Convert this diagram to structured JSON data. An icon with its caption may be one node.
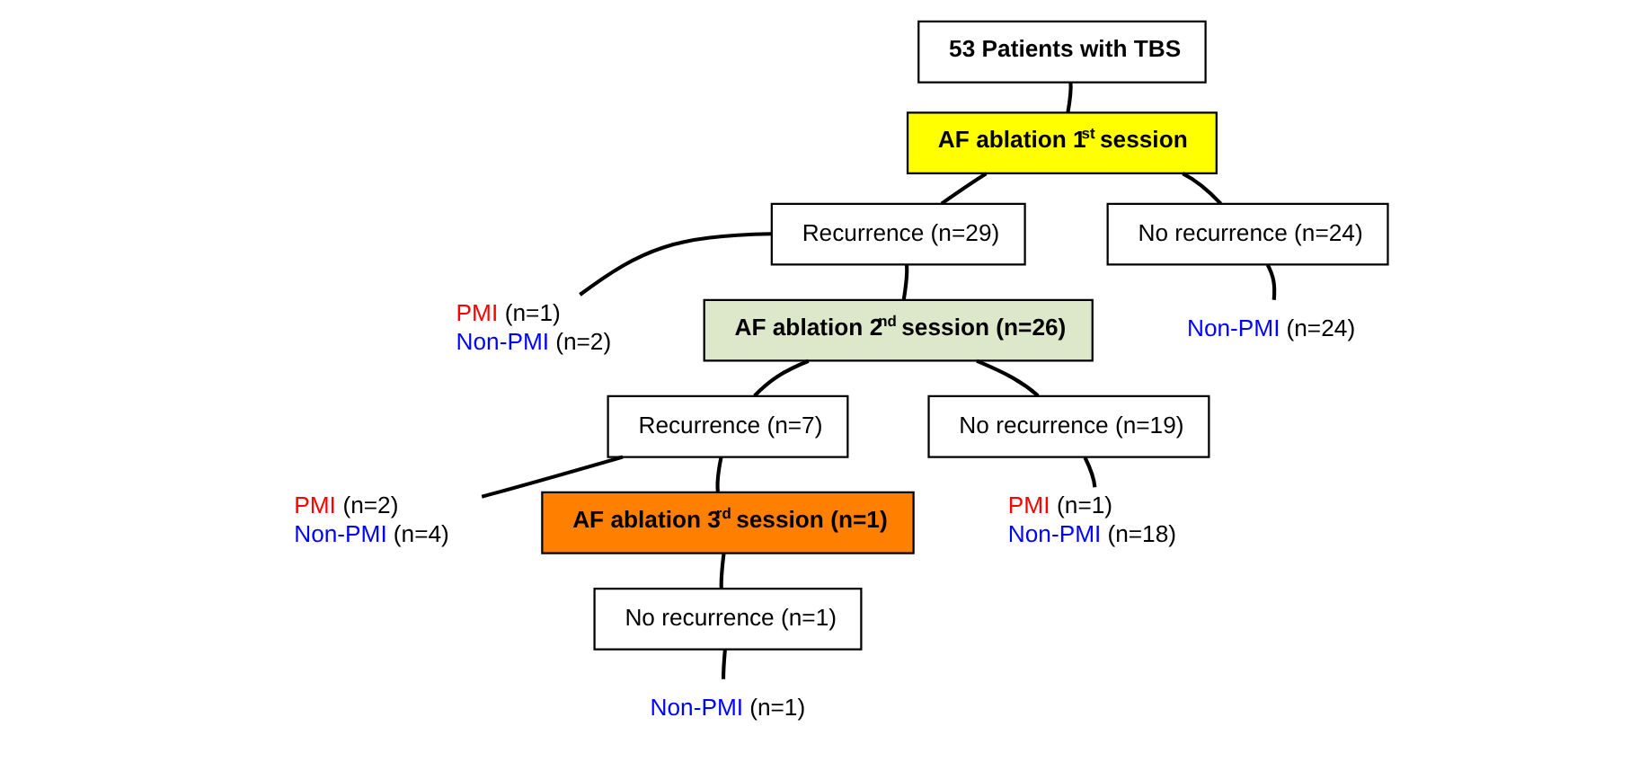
{
  "diagram": {
    "nodes": [
      {
        "text": [
          "53 Patients with TBS"
        ]
      },
      {
        "text": [
          "AF ablation 1$^{st}$ session"
        ]
      },
      {
        "text": [
          "Recurrence (n=29)"
        ]
      },
      {
        "text": [
          "No recurrence (n=24)"
        ]
      },
      {
        "text": [
          "PMI (n=1)",
          "Non-PMI (n=2)"
        ]
      },
      {
        "text": [
          "AF ablation 2$^{nd}$ session (n=26)"
        ]
      },
      {
        "text": [
          "Non-PMI (n=24)"
        ]
      },
      {
        "text": [
          "Recurrence (n=7)"
        ]
      },
      {
        "text": [
          "No recurrence (n=19)"
        ]
      },
      {
        "text": [
          "PMI (n=2)",
          "Non-PMI (n=4)"
        ]
      },
      {
        "text": [
          "AF ablation 3$^{rd}$ session (n=1)"
        ]
      },
      {
        "text": [
          "PMI (n=1)",
          "Non-PMI (n=18)"
        ]
      },
      {
        "text": [
          "No recurrence (n=1)"
        ]
      },
      {
        "text": [
          "Non-PMI (n=1)"
        ]
      }
    ],
    "edges": [
      {
        "from": 0,
        "to": 1,
        "arrow": "none"
      },
      {
        "from": 1,
        "to": 2,
        "arrow": "none"
      },
      {
        "from": 1,
        "to": 3,
        "arrow": "none"
      },
      {
        "from": 2,
        "to": 4,
        "arrow": "none"
      },
      {
        "from": 2,
        "to": 5,
        "arrow": "none"
      },
      {
        "from": 3,
        "to": 6,
        "arrow": "none"
      },
      {
        "from": 5,
        "to": 7,
        "arrow": "none"
      },
      {
        "from": 5,
        "to": 8,
        "arrow": "none"
      },
      {
        "from": 7,
        "to": 9,
        "arrow": "none"
      },
      {
        "from": 7,
        "to": 10,
        "arrow": "none"
      },
      {
        "from": 8,
        "to": 11,
        "arrow": "none"
      },
      {
        "from": 10,
        "to": 12,
        "arrow": "none"
      },
      {
        "from": 12,
        "to": 13,
        "arrow": "none"
      }
    ]
  }
}
